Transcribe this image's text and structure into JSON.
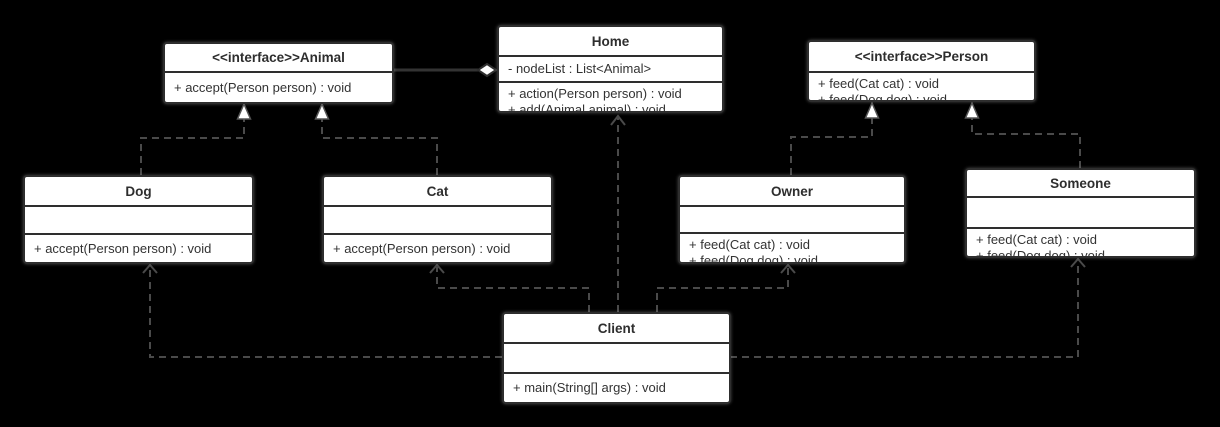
{
  "diagram": {
    "type": "uml-class-diagram",
    "colors": {
      "background": "#000000",
      "node_fill": "#ffffff",
      "node_border": "#2e2e2e",
      "text": "#333333",
      "edge_line": "#4a4a4a"
    },
    "classes": {
      "animal": {
        "title": "<<interface>>Animal",
        "attributes": [],
        "methods": [
          "+ accept(Person person) : void"
        ]
      },
      "home": {
        "title": "Home",
        "attributes": [
          "- nodeList : List<Animal>"
        ],
        "methods": [
          "+ action(Person person) : void",
          "+ add(Animal animal) : void"
        ]
      },
      "person": {
        "title": "<<interface>>Person",
        "attributes": [],
        "methods": [
          "+ feed(Cat cat) : void",
          "+ feed(Dog dog) : void"
        ]
      },
      "dog": {
        "title": "Dog",
        "attributes": [],
        "methods": [
          "+ accept(Person person) : void"
        ]
      },
      "cat": {
        "title": "Cat",
        "attributes": [],
        "methods": [
          "+ accept(Person person) : void"
        ]
      },
      "owner": {
        "title": "Owner",
        "attributes": [],
        "methods": [
          "+ feed(Cat cat) : void",
          "+ feed(Dog dog) : void"
        ]
      },
      "someone": {
        "title": "Someone",
        "attributes": [],
        "methods": [
          "+ feed(Cat cat) : void",
          "+ feed(Dog dog) : void"
        ]
      },
      "client": {
        "title": "Client",
        "attributes": [],
        "methods": [
          "+ main(String[] args) : void"
        ]
      }
    },
    "relationships": [
      {
        "from": "Dog",
        "to": "<<interface>>Animal",
        "type": "realization",
        "line": "dashed",
        "arrowhead": "hollow-triangle"
      },
      {
        "from": "Cat",
        "to": "<<interface>>Animal",
        "type": "realization",
        "line": "dashed",
        "arrowhead": "hollow-triangle"
      },
      {
        "from": "Owner",
        "to": "<<interface>>Person",
        "type": "realization",
        "line": "dashed",
        "arrowhead": "hollow-triangle"
      },
      {
        "from": "Someone",
        "to": "<<interface>>Person",
        "type": "realization",
        "line": "dashed",
        "arrowhead": "hollow-triangle"
      },
      {
        "from": "Animal",
        "to": "Home",
        "type": "aggregation",
        "line": "solid",
        "arrowhead": "hollow-diamond"
      },
      {
        "from": "Client",
        "to": "Home",
        "type": "dependency",
        "line": "dashed",
        "arrowhead": "open"
      },
      {
        "from": "Client",
        "to": "Dog",
        "type": "dependency",
        "line": "dashed",
        "arrowhead": "open"
      },
      {
        "from": "Client",
        "to": "Cat",
        "type": "dependency",
        "line": "dashed",
        "arrowhead": "open"
      },
      {
        "from": "Client",
        "to": "Owner",
        "type": "dependency",
        "line": "dashed",
        "arrowhead": "open"
      },
      {
        "from": "Client",
        "to": "Someone",
        "type": "dependency",
        "line": "dashed",
        "arrowhead": "open"
      }
    ]
  }
}
